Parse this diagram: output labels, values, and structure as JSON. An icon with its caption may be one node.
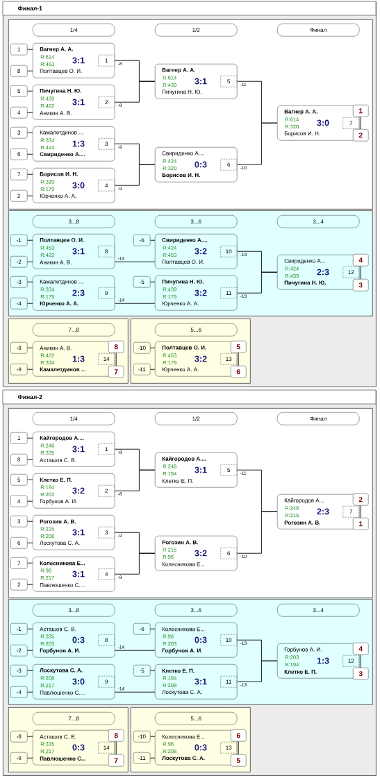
{
  "diagram": {
    "nodes": [
      {
        "text": [
          "Финал-1"
        ]
      },
      {
        "text": [],
        "shape": "box",
        "in": 0
      },
      {
        "text": [
          "1/4"
        ],
        "in": 1
      },
      {
        "text": [
          "1/2"
        ],
        "in": 1
      },
      {
        "text": [
          "Финал"
        ],
        "in": 1
      },
      {
        "text": [
          "1"
        ],
        "in": 1
      },
      {
        "text": [
          "8"
        ],
        "in": 1
      },
      {
        "text": [
          "Вагнер А. А.",
          "R:614",
          "3:1",
          "R:453",
          "Полтавцев О. И."
        ],
        "in": 1
      },
      {
        "text": [
          "1"
        ],
        "in": 7
      },
      {
        "text": [
          "5"
        ],
        "in": 1
      },
      {
        "text": [
          "4"
        ],
        "in": 1
      },
      {
        "text": [
          "Пичугина Н. Ю.",
          "R:439",
          "3:1",
          "R:422",
          "Аникин А. В."
        ],
        "in": 1
      },
      {
        "text": [
          "2"
        ],
        "in": 11
      },
      {
        "text": [
          "3"
        ],
        "in": 1
      },
      {
        "text": [
          "6"
        ],
        "in": 1
      },
      {
        "text": [
          "Камалетдинов ...",
          "R:334",
          "1:3",
          "R:424",
          "Свириденко А...."
        ],
        "in": 1
      },
      {
        "text": [
          "3"
        ],
        "in": 15
      },
      {
        "text": [
          "7"
        ],
        "in": 1
      },
      {
        "text": [
          "2"
        ],
        "in": 1
      },
      {
        "text": [
          "Борисов И. Н.",
          "R:320",
          "3:0",
          "R:179",
          "Юрченко А. А."
        ],
        "in": 1
      },
      {
        "text": [
          "4"
        ],
        "in": 19
      },
      {
        "text": [
          "Вагнер А. А.",
          "R:614",
          "3:1",
          "R:439",
          "Пичугина Н. Ю."
        ],
        "in": 1
      },
      {
        "text": [
          "5"
        ],
        "in": 21
      },
      {
        "text": [
          "Свириденко А....",
          "R:424",
          "0:3",
          "R:320",
          "Борисов И. Н."
        ],
        "in": 1
      },
      {
        "text": [
          "6"
        ],
        "in": 23
      },
      {
        "text": [
          "Вагнер А. А.",
          "R:614",
          "3:0",
          "R:320",
          "Борисов И. Н."
        ],
        "in": 1
      },
      {
        "text": [
          "7"
        ],
        "in": 25
      },
      {
        "text": [
          "1"
        ],
        "in": 1
      },
      {
        "text": [
          "2"
        ],
        "in": 1
      },
      {
        "text": [],
        "shape": "box",
        "in": 0
      },
      {
        "text": [
          "3...8"
        ],
        "in": 29
      },
      {
        "text": [
          "3...6"
        ],
        "in": 29
      },
      {
        "text": [
          "3...4"
        ],
        "in": 29
      },
      {
        "text": [
          "-1"
        ],
        "in": 29
      },
      {
        "text": [
          "-2"
        ],
        "in": 29
      },
      {
        "text": [
          "Полтавцев О. И.",
          "R:453",
          "3:1",
          "R:422",
          "Аникин А. В."
        ],
        "in": 29
      },
      {
        "text": [
          "8"
        ],
        "in": 35
      },
      {
        "text": [
          "-3"
        ],
        "in": 29
      },
      {
        "text": [
          "-4"
        ],
        "in": 29
      },
      {
        "text": [
          "Камалетдинов ...",
          "R:334",
          "2:3",
          "R:179",
          "Юрченко А. А."
        ],
        "in": 29
      },
      {
        "text": [
          "9"
        ],
        "in": 39
      },
      {
        "text": [
          "-6"
        ],
        "in": 29
      },
      {
        "text": [
          "Свириденко А....",
          "R:424",
          "3:2",
          "R:453",
          "Полтавцев О. И."
        ],
        "in": 29
      },
      {
        "text": [
          "10"
        ],
        "in": 42
      },
      {
        "text": [
          "-5"
        ],
        "in": 29
      },
      {
        "text": [
          "Пичугина Н. Ю.",
          "R:439",
          "3:2",
          "R:179",
          "Юрченко А. А."
        ],
        "in": 29
      },
      {
        "text": [
          "11"
        ],
        "in": 45
      },
      {
        "text": [
          "Свириденко А...",
          "R:424",
          "2:3",
          "R:439",
          "Пичугина Н. Ю."
        ],
        "in": 29
      },
      {
        "text": [
          "12"
        ],
        "in": 47
      },
      {
        "text": [
          "4"
        ],
        "in": 29
      },
      {
        "text": [
          "3"
        ],
        "in": 29
      },
      {
        "text": [],
        "shape": "box",
        "in": 0
      },
      {
        "text": [
          "7...8"
        ],
        "in": 51
      },
      {
        "text": [
          "-8"
        ],
        "in": 51
      },
      {
        "text": [
          "-9"
        ],
        "in": 51
      },
      {
        "text": [
          "Аникин А. В.",
          "R:422",
          "1:3",
          "R:334",
          "Камалетдинов ..."
        ],
        "in": 51
      },
      {
        "text": [
          "14"
        ],
        "in": 55
      },
      {
        "text": [
          "8"
        ],
        "in": 51
      },
      {
        "text": [
          "7"
        ],
        "in": 51
      },
      {
        "text": [],
        "shape": "box",
        "in": 0
      },
      {
        "text": [
          "5...6"
        ],
        "in": 59
      },
      {
        "text": [
          "-10"
        ],
        "in": 59
      },
      {
        "text": [
          "-11"
        ],
        "in": 59
      },
      {
        "text": [
          "Полтавцев О. И.",
          "R:453",
          "3:2",
          "R:179",
          "Юрченко А. А."
        ],
        "in": 59
      },
      {
        "text": [
          "13"
        ],
        "in": 63
      },
      {
        "text": [
          "5"
        ],
        "in": 59
      },
      {
        "text": [
          "6"
        ],
        "in": 59
      },
      {
        "text": [
          "Финал-2"
        ]
      },
      {
        "text": [],
        "shape": "box",
        "in": 67
      },
      {
        "text": [
          "1/4"
        ],
        "in": 68
      },
      {
        "text": [
          "1/2"
        ],
        "in": 68
      },
      {
        "text": [
          "Финал"
        ],
        "in": 68
      },
      {
        "text": [
          "1"
        ],
        "in": 68
      },
      {
        "text": [
          "8"
        ],
        "in": 68
      },
      {
        "text": [
          "Кайгородов А....",
          "R:248",
          "3:1",
          "R:335",
          "Асташов С. В."
        ],
        "in": 68
      },
      {
        "text": [
          "1"
        ],
        "in": 74
      },
      {
        "text": [
          "5"
        ],
        "in": 68
      },
      {
        "text": [
          "4"
        ],
        "in": 68
      },
      {
        "text": [
          "Клетко Е. П.",
          "R:194",
          "3:2",
          "R:203",
          "Горбунов А. И."
        ],
        "in": 68
      },
      {
        "text": [
          "2"
        ],
        "in": 78
      },
      {
        "text": [
          "3"
        ],
        "in": 68
      },
      {
        "text": [
          "6"
        ],
        "in": 68
      },
      {
        "text": [
          "Рогозин А. В.",
          "R:215",
          "3:1",
          "R:208",
          "Лоскутова С. А."
        ],
        "in": 68
      },
      {
        "text": [
          "3"
        ],
        "in": 82
      },
      {
        "text": [
          "7"
        ],
        "in": 68
      },
      {
        "text": [
          "2"
        ],
        "in": 68
      },
      {
        "text": [
          "Колесникова Е...",
          "R:96",
          "3:1",
          "R:217",
          "Павлюшенко С...."
        ],
        "in": 68
      },
      {
        "text": [
          "4"
        ],
        "in": 86
      },
      {
        "text": [
          "Кайгородов А....",
          "R:248",
          "3:1",
          "R:194",
          "Клетко Е. П."
        ],
        "in": 68
      },
      {
        "text": [
          "5"
        ],
        "in": 88
      },
      {
        "text": [
          "Рогозин А. В.",
          "R:215",
          "3:2",
          "R:96",
          "Колесникова Е..."
        ],
        "in": 68
      },
      {
        "text": [
          "6"
        ],
        "in": 90
      },
      {
        "text": [
          "Кайгородов А...",
          "R:248",
          "2:3",
          "R:215",
          "Рогозин А. В."
        ],
        "in": 68
      },
      {
        "text": [
          "7"
        ],
        "in": 92
      },
      {
        "text": [
          "2"
        ],
        "in": 68
      },
      {
        "text": [
          "1"
        ],
        "in": 68
      },
      {
        "text": [],
        "shape": "box",
        "in": 67
      },
      {
        "text": [
          "3...8"
        ],
        "in": 96
      },
      {
        "text": [
          "3...6"
        ],
        "in": 96
      },
      {
        "text": [
          "3...4"
        ],
        "in": 96
      },
      {
        "text": [
          "-1"
        ],
        "in": 96
      },
      {
        "text": [
          "-2"
        ],
        "in": 96
      },
      {
        "text": [
          "Асташов С. В.",
          "R:335",
          "0:3",
          "R:203",
          "Горбунов А. И."
        ],
        "in": 96
      },
      {
        "text": [
          "8"
        ],
        "in": 102
      },
      {
        "text": [
          "-3"
        ],
        "in": 96
      },
      {
        "text": [
          "-4"
        ],
        "in": 96
      },
      {
        "text": [
          "Лоскутова С. А.",
          "R:208",
          "3:0",
          "R:217",
          "Павлюшенко С...."
        ],
        "in": 96
      },
      {
        "text": [
          "9"
        ],
        "in": 106
      },
      {
        "text": [
          "-6"
        ],
        "in": 96
      },
      {
        "text": [
          "Колесникова Е...",
          "R:96",
          "0:3",
          "R:203",
          "Горбунов А. И."
        ],
        "in": 96
      },
      {
        "text": [
          "10"
        ],
        "in": 109
      },
      {
        "text": [
          "-5"
        ],
        "in": 96
      },
      {
        "text": [
          "Клетко Е. П.",
          "R:194",
          "3:1",
          "R:208",
          "Лоскутова С. А."
        ],
        "in": 96
      },
      {
        "text": [
          "11"
        ],
        "in": 112
      },
      {
        "text": [
          "Горбунов А. И.",
          "R:203",
          "1:3",
          "R:194",
          "Клетко Е. П."
        ],
        "in": 96
      },
      {
        "text": [
          "12"
        ],
        "in": 114
      },
      {
        "text": [
          "4"
        ],
        "in": 96
      },
      {
        "text": [
          "3"
        ],
        "in": 96
      },
      {
        "text": [],
        "shape": "box",
        "in": 67
      },
      {
        "text": [
          "7...8"
        ],
        "in": 118
      },
      {
        "text": [
          "-8"
        ],
        "in": 118
      },
      {
        "text": [
          "-9"
        ],
        "in": 118
      },
      {
        "text": [
          "Асташов С. В.",
          "R:335",
          "0:3",
          "R:217",
          "Павлюшенко С..."
        ],
        "in": 118
      },
      {
        "text": [
          "14"
        ],
        "in": 122
      },
      {
        "text": [
          "8"
        ],
        "in": 118
      },
      {
        "text": [
          "7"
        ],
        "in": 118
      },
      {
        "text": [],
        "shape": "box",
        "in": 67
      },
      {
        "text": [
          "5...6"
        ],
        "in": 126
      },
      {
        "text": [
          "-10"
        ],
        "in": 126
      },
      {
        "text": [
          "-11"
        ],
        "in": 126
      },
      {
        "text": [
          "Колесникова Е...",
          "R:96",
          "0:3",
          "R:208",
          "Лоскутова С. А."
        ],
        "in": 126
      },
      {
        "text": [
          "13"
        ],
        "in": 130
      },
      {
        "text": [
          "6"
        ],
        "in": 126
      },
      {
        "text": [
          "5"
        ],
        "in": 126
      }
    ],
    "edges": [
      {
        "from": 5,
        "to": 7,
        "arrow": "none"
      },
      {
        "from": 6,
        "to": 7,
        "arrow": "none"
      },
      {
        "from": 9,
        "to": 11,
        "arrow": "none"
      },
      {
        "from": 10,
        "to": 11,
        "arrow": "none"
      },
      {
        "from": 13,
        "to": 15,
        "arrow": "none"
      },
      {
        "from": 14,
        "to": 15,
        "arrow": "none"
      },
      {
        "from": 17,
        "to": 19,
        "arrow": "none"
      },
      {
        "from": 18,
        "to": 19,
        "arrow": "none"
      },
      {
        "from": 7,
        "to": 21,
        "arrow": "none",
        "label": "-8"
      },
      {
        "from": 11,
        "to": 21,
        "arrow": "none",
        "label": "-8"
      },
      {
        "from": 15,
        "to": 23,
        "arrow": "none",
        "label": "-9"
      },
      {
        "from": 19,
        "to": 23,
        "arrow": "none",
        "label": "-9"
      },
      {
        "from": 21,
        "to": 25,
        "arrow": "none",
        "label": "-11"
      },
      {
        "from": 23,
        "to": 25,
        "arrow": "none",
        "label": "-10"
      },
      {
        "from": 27,
        "to": 28,
        "arrow": "none"
      },
      {
        "from": 33,
        "to": 35,
        "arrow": "none"
      },
      {
        "from": 34,
        "to": 35,
        "arrow": "none"
      },
      {
        "from": 37,
        "to": 39,
        "arrow": "none"
      },
      {
        "from": 38,
        "to": 39,
        "arrow": "none"
      },
      {
        "from": 41,
        "to": 42,
        "arrow": "none"
      },
      {
        "from": 44,
        "to": 45,
        "arrow": "none"
      },
      {
        "from": 35,
        "to": 42,
        "arrow": "none",
        "label": "-14"
      },
      {
        "from": 39,
        "to": 45,
        "arrow": "none",
        "label": "-14"
      },
      {
        "from": 42,
        "to": 47,
        "arrow": "none",
        "label": "-13"
      },
      {
        "from": 45,
        "to": 47,
        "arrow": "none",
        "label": "-13"
      },
      {
        "from": 49,
        "to": 50,
        "arrow": "none"
      },
      {
        "from": 53,
        "to": 55,
        "arrow": "none"
      },
      {
        "from": 54,
        "to": 55,
        "arrow": "none"
      },
      {
        "from": 57,
        "to": 58,
        "arrow": "none"
      },
      {
        "from": 61,
        "to": 63,
        "arrow": "none"
      },
      {
        "from": 62,
        "to": 63,
        "arrow": "none"
      },
      {
        "from": 65,
        "to": 66,
        "arrow": "none"
      },
      {
        "from": 72,
        "to": 74,
        "arrow": "none"
      },
      {
        "from": 73,
        "to": 74,
        "arrow": "none"
      },
      {
        "from": 76,
        "to": 78,
        "arrow": "none"
      },
      {
        "from": 77,
        "to": 78,
        "arrow": "none"
      },
      {
        "from": 80,
        "to": 82,
        "arrow": "none"
      },
      {
        "from": 81,
        "to": 82,
        "arrow": "none"
      },
      {
        "from": 84,
        "to": 86,
        "arrow": "none"
      },
      {
        "from": 85,
        "to": 86,
        "arrow": "none"
      },
      {
        "from": 74,
        "to": 88,
        "arrow": "none",
        "label": "-8"
      },
      {
        "from": 78,
        "to": 88,
        "arrow": "none",
        "label": "-8"
      },
      {
        "from": 82,
        "to": 90,
        "arrow": "none",
        "label": "-9"
      },
      {
        "from": 86,
        "to": 90,
        "arrow": "none",
        "label": "-9"
      },
      {
        "from": 88,
        "to": 92,
        "arrow": "none",
        "label": "-11"
      },
      {
        "from": 90,
        "to": 92,
        "arrow": "none",
        "label": "-10"
      },
      {
        "from": 94,
        "to": 95,
        "arrow": "none"
      },
      {
        "from": 100,
        "to": 102,
        "arrow": "none"
      },
      {
        "from": 101,
        "to": 102,
        "arrow": "none"
      },
      {
        "from": 104,
        "to": 106,
        "arrow": "none"
      },
      {
        "from": 105,
        "to": 106,
        "arrow": "none"
      },
      {
        "from": 108,
        "to": 109,
        "arrow": "none"
      },
      {
        "from": 111,
        "to": 112,
        "arrow": "none"
      },
      {
        "from": 102,
        "to": 109,
        "arrow": "none",
        "label": "-14"
      },
      {
        "from": 106,
        "to": 112,
        "arrow": "none",
        "label": "-14"
      },
      {
        "from": 109,
        "to": 114,
        "arrow": "none",
        "label": "-13"
      },
      {
        "from": 112,
        "to": 114,
        "arrow": "none",
        "label": "-13"
      },
      {
        "from": 116,
        "to": 117,
        "arrow": "none"
      },
      {
        "from": 120,
        "to": 122,
        "arrow": "none"
      },
      {
        "from": 121,
        "to": 122,
        "arrow": "none"
      },
      {
        "from": 124,
        "to": 125,
        "arrow": "none"
      },
      {
        "from": 128,
        "to": 130,
        "arrow": "none"
      },
      {
        "from": 129,
        "to": 130,
        "arrow": "none"
      },
      {
        "from": 132,
        "to": 133,
        "arrow": "none"
      }
    ]
  }
}
